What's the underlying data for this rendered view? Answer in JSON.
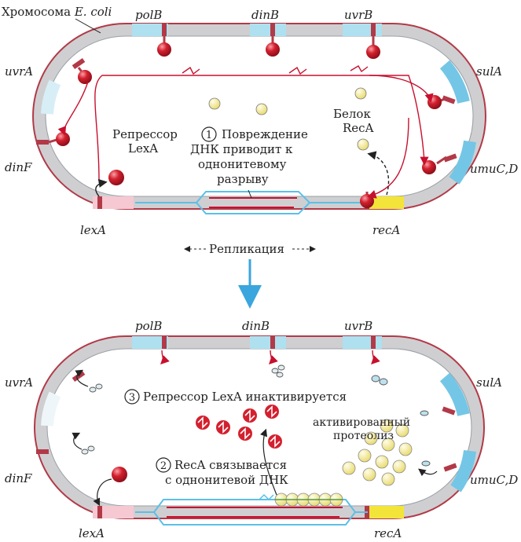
{
  "colors": {
    "membrane": "#b23a48",
    "chromosome_gray": "#cfcfd1",
    "gene_blue": "#aee0f0",
    "gene_blue_strong": "#74c6e6",
    "gene_pink": "#f6c8d2",
    "gene_yellow": "#f3e43a",
    "dna_blue": "#5bc0e8",
    "repressor_red": "#d4202e",
    "reca_yellow": "#f5eda0",
    "arrow_red": "#c8102e",
    "replication_arrow": "#3aa6dd"
  },
  "top": {
    "chromosome_label": "Хромосома ",
    "chromosome_label_italic": "E. coli",
    "genes": {
      "polB": "polB",
      "dinB": "dinB",
      "uvrB": "uvrB",
      "uvrA": "uvrA",
      "sulA": "sulA",
      "dinF": "dinF",
      "umuCD": "umuC,D",
      "lexA": "lexA",
      "recA": "recA"
    },
    "repressor_lines": [
      "Репрессор",
      "LexA"
    ],
    "reca_protein_lines": [
      "Белок",
      "RecA"
    ],
    "step1_number": "1",
    "step1_lines": [
      "Повреждение",
      "ДНК приводит к",
      "однонитевому",
      "разрыву"
    ]
  },
  "replication_label": "Репликация",
  "bottom": {
    "genes": {
      "polB": "polB",
      "dinB": "dinB",
      "uvrB": "uvrB",
      "uvrA": "uvrA",
      "sulA": "sulA",
      "dinF": "dinF",
      "umuCD": "umuC,D",
      "lexA": "lexA",
      "recA": "recA"
    },
    "step3_number": "3",
    "step3_text": "Репрессор LexA  инактивируется",
    "proteolysis_lines": [
      "активированный",
      "протеолиз"
    ],
    "step2_number": "2",
    "step2_lines": [
      "RecA связывается",
      "с однонитевой ДНК"
    ]
  }
}
